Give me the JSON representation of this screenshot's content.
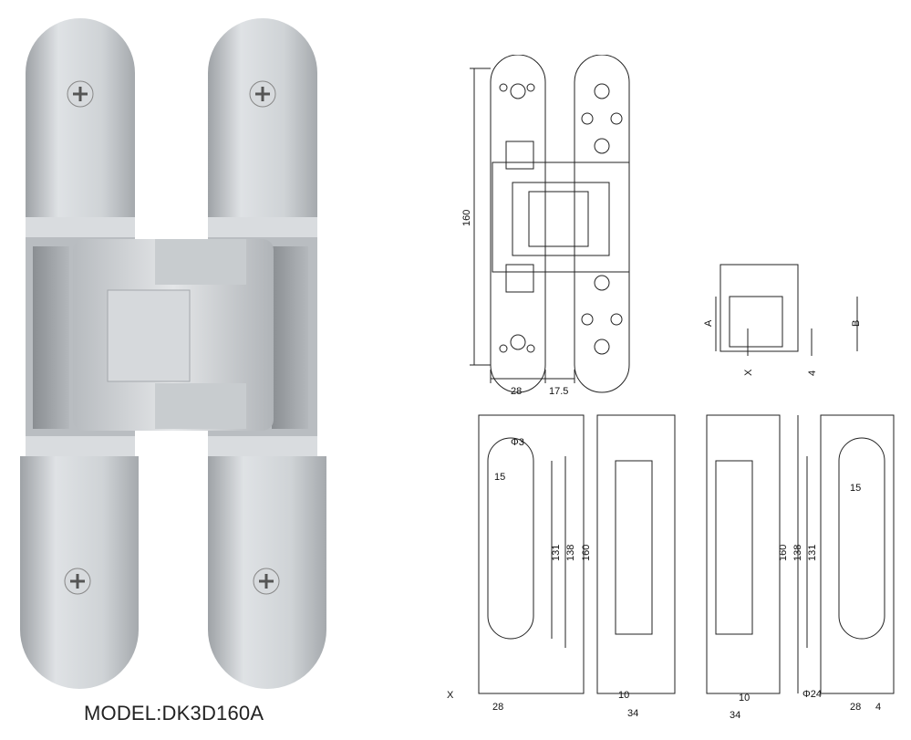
{
  "model_label": "MODEL:DK3D160A",
  "dimensions": {
    "length": "160",
    "width_28": "28",
    "width_17_5": "17.5",
    "hole_dia": "Φ3",
    "offset_15": "15",
    "dist_131": "131",
    "dist_138": "138",
    "depth_10": "10",
    "depth_34": "34",
    "dia_24": "Φ24",
    "offset_4": "4",
    "label_a": "A",
    "label_b": "B",
    "label_x": "X"
  }
}
